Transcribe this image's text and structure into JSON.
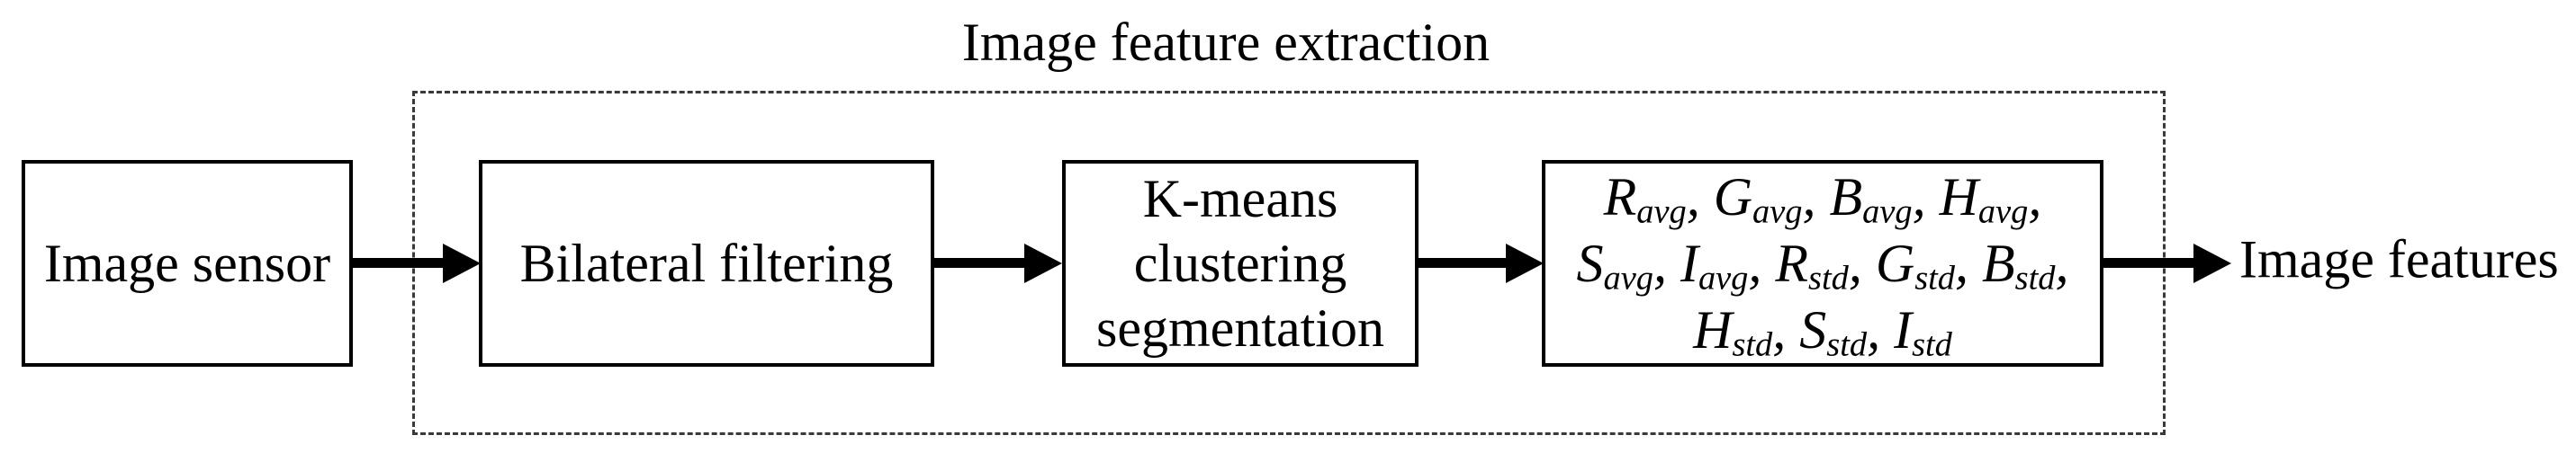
{
  "title": "Image feature extraction",
  "colors": {
    "ink": "#000000",
    "box_border": "#000000",
    "dashed_group_border": "#3a3a3a",
    "background": "#ffffff"
  },
  "nodes": [
    {
      "id": "image-sensor",
      "label": "Image sensor"
    },
    {
      "id": "bilateral-filtering",
      "label": "Bilateral filtering"
    },
    {
      "id": "kmeans-clustering-segmentation",
      "label": "K-means clustering segmentation"
    },
    {
      "id": "feature-variables",
      "lines": [
        [
          {
            "base": "R",
            "sub": "avg",
            "comma": true
          },
          {
            "base": "G",
            "sub": "avg",
            "comma": true
          },
          {
            "base": "B",
            "sub": "avg",
            "comma": true
          },
          {
            "base": "H",
            "sub": "avg",
            "comma": true
          }
        ],
        [
          {
            "base": "S",
            "sub": "avg",
            "comma": true
          },
          {
            "base": "I",
            "sub": "avg",
            "comma": true
          },
          {
            "base": "R",
            "sub": "std",
            "comma": true
          },
          {
            "base": "G",
            "sub": "std",
            "comma": true
          },
          {
            "base": "B",
            "sub": "std",
            "comma": true
          }
        ],
        [
          {
            "base": "H",
            "sub": "std",
            "comma": true
          },
          {
            "base": "S",
            "sub": "std",
            "comma": true
          },
          {
            "base": "I",
            "sub": "std",
            "comma": false
          }
        ]
      ]
    }
  ],
  "output_label": "Image features",
  "arrows": [
    {
      "from": "image-sensor",
      "to": "bilateral-filtering"
    },
    {
      "from": "bilateral-filtering",
      "to": "kmeans-clustering-segmentation"
    },
    {
      "from": "kmeans-clustering-segmentation",
      "to": "feature-variables"
    },
    {
      "from": "feature-variables",
      "to": "image-features-output"
    }
  ]
}
